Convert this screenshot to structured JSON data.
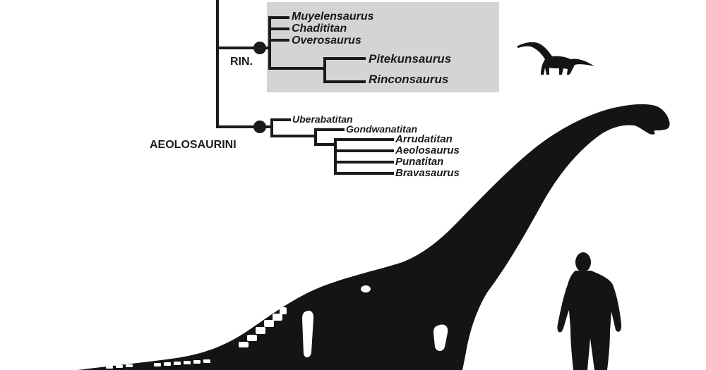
{
  "cladogram": {
    "clades": [
      {
        "id": "rinconsaurini",
        "label": "RIN."
      },
      {
        "id": "aeolosaurini",
        "label": "AEOLOSAURINI"
      }
    ],
    "rinconsaurini_taxa": [
      "Muyelensaurus",
      "Chadititan",
      "Overosaurus",
      "Pitekunsaurus",
      "Rinconsaurus"
    ],
    "aeolosaurini_taxa": [
      "Uberabatitan",
      "Gondwanatitan",
      "Arrudatitan",
      "Aeolosaurus",
      "Punatitan",
      "Bravasaurus"
    ],
    "highlight_color": "#d4d4d4",
    "branch_color": "#1a1a1a"
  },
  "illustration": {
    "silhouette_color": "#141414",
    "bone_color": "#ffffff",
    "icons": [
      "sauropod-small-icon",
      "sauropod-reconstruction-icon",
      "human-scale-icon"
    ]
  }
}
